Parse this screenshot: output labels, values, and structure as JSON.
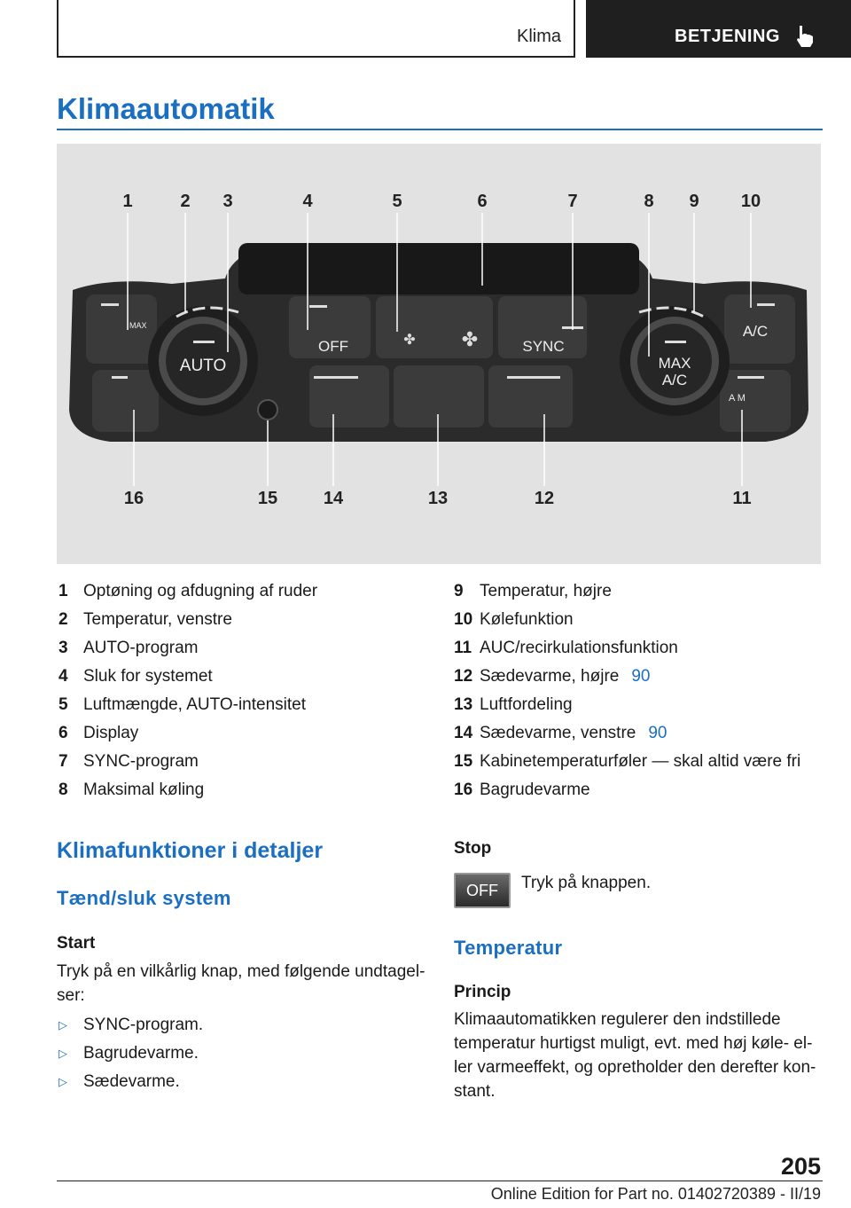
{
  "header": {
    "section": "Klima",
    "chapter": "BETJENING"
  },
  "page_title": "Klimaautomatik",
  "figure": {
    "callouts_top": [
      "1",
      "2",
      "3",
      "4",
      "5",
      "6",
      "7",
      "8",
      "9",
      "10"
    ],
    "callouts_bottom": [
      "16",
      "15",
      "14",
      "13",
      "12",
      "11"
    ],
    "panel_labels": {
      "auto": "AUTO",
      "off": "OFF",
      "sync": "SYNC",
      "max_ac_1": "MAX",
      "max_ac_2": "A/C",
      "ac": "A/C",
      "max_small": "MAX",
      "am": "A  M"
    }
  },
  "legend_left": [
    {
      "num": "1",
      "text": "Optøning og afdugning af ruder"
    },
    {
      "num": "2",
      "text": "Temperatur, venstre"
    },
    {
      "num": "3",
      "text": "AUTO-program"
    },
    {
      "num": "4",
      "text": "Sluk for systemet"
    },
    {
      "num": "5",
      "text": "Luftmængde, AUTO-intensitet"
    },
    {
      "num": "6",
      "text": "Display"
    },
    {
      "num": "7",
      "text": "SYNC-program"
    },
    {
      "num": "8",
      "text": "Maksimal køling"
    }
  ],
  "legend_right": [
    {
      "num": "9",
      "text": "Temperatur, højre",
      "ref": ""
    },
    {
      "num": "10",
      "text": "Kølefunktion",
      "ref": ""
    },
    {
      "num": "11",
      "text": "AUC/recirkulationsfunktion",
      "ref": ""
    },
    {
      "num": "12",
      "text": "Sædevarme, højre",
      "ref": "90"
    },
    {
      "num": "13",
      "text": "Luftfordeling",
      "ref": ""
    },
    {
      "num": "14",
      "text": "Sædevarme, venstre",
      "ref": "90"
    },
    {
      "num": "15",
      "text": "Kabinetemperaturføler — skal altid være fri",
      "ref": ""
    },
    {
      "num": "16",
      "text": "Bagrudevarme",
      "ref": ""
    }
  ],
  "section": {
    "heading": "Klimafunktioner i detaljer",
    "subheading_1": "Tænd/sluk system",
    "start_label": "Start",
    "start_text": "Tryk på en vilkårlig knap, med følgende undtagel-ser:",
    "bullets": [
      "SYNC-program.",
      "Bagrudevarme.",
      "Sædevarme."
    ],
    "stop_label": "Stop",
    "stop_text": "Tryk på knappen.",
    "off_button": "OFF",
    "subheading_2": "Temperatur",
    "princip_label": "Princip",
    "princip_text": "Klimaautomatikken regulerer den indstillede temperatur hurtigst muligt, evt. med høj køle- el-ler varmeeffekt, og opretholder den derefter kon-stant."
  },
  "page_number": "205",
  "footer": "Online Edition for Part no. 01402720389 - II/19"
}
